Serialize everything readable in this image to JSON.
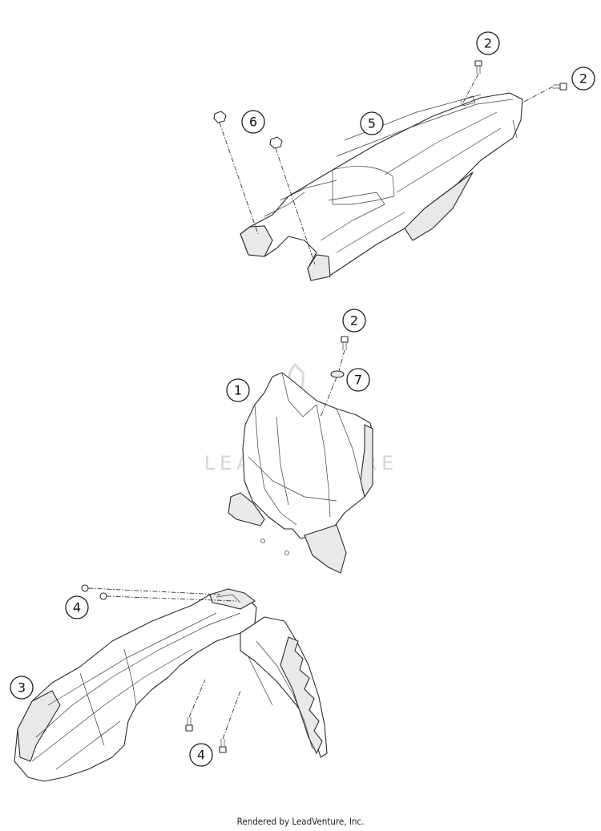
{
  "watermark": {
    "text": "LEADVENTURE"
  },
  "callouts": [
    {
      "id": "c-2a",
      "label": "2"
    },
    {
      "id": "c-2b",
      "label": "2"
    },
    {
      "id": "c-6",
      "label": "6"
    },
    {
      "id": "c-5",
      "label": "5"
    },
    {
      "id": "c-2c",
      "label": "2"
    },
    {
      "id": "c-7",
      "label": "7"
    },
    {
      "id": "c-1",
      "label": "1"
    },
    {
      "id": "c-4a",
      "label": "4"
    },
    {
      "id": "c-3",
      "label": "3"
    },
    {
      "id": "c-4b",
      "label": "4"
    }
  ],
  "footer": {
    "text": "Rendered by LeadVenture, Inc."
  }
}
